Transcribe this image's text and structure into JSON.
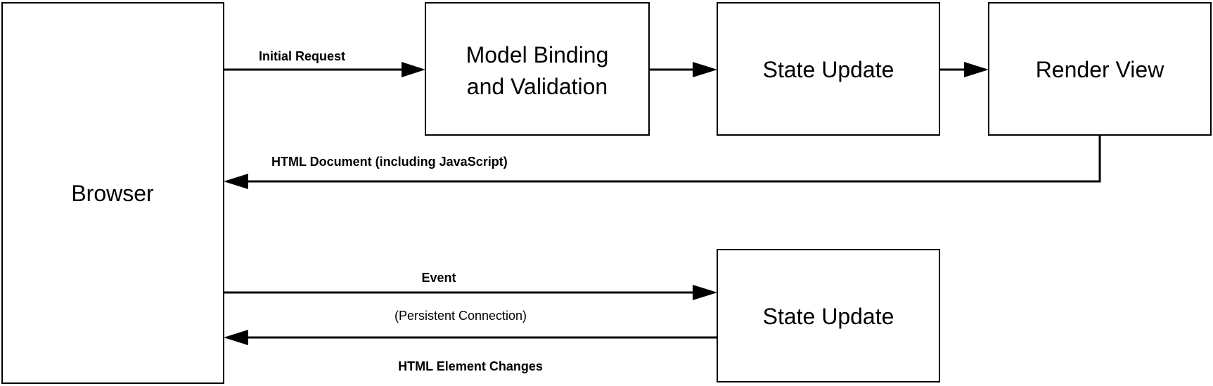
{
  "nodes": {
    "browser": "Browser",
    "model_binding_line1": "Model Binding",
    "model_binding_line2": "and Validation",
    "state_update_top": "State Update",
    "render_view": "Render View",
    "state_update_bottom": "State Update"
  },
  "edges": {
    "initial_request": "Initial Request",
    "html_document": "HTML Document (including JavaScript)",
    "event": "Event",
    "persistent_connection": "(Persistent Connection)",
    "html_element_changes": "HTML Element Changes"
  }
}
